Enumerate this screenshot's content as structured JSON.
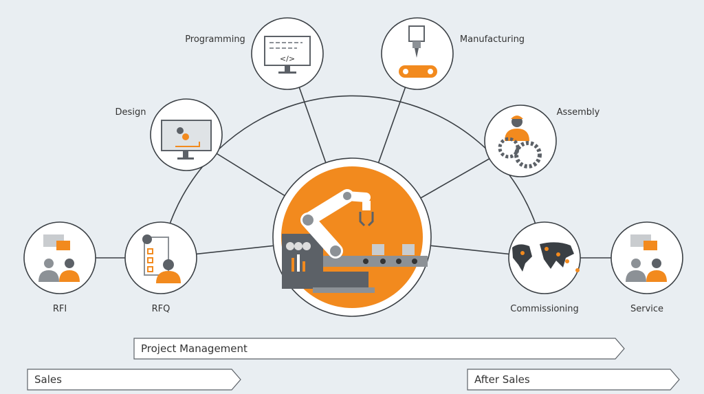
{
  "colors": {
    "accent": "#f28a1e",
    "line": "#3a3f44",
    "node_fill": "#ffffff",
    "background": "#e9eef2",
    "gray": "#8c9196"
  },
  "nodes": {
    "rfi": {
      "label": "RFI",
      "icon": "customer-chat-icon"
    },
    "rfq": {
      "label": "RFQ",
      "icon": "checklist-quote-icon"
    },
    "design": {
      "label": "Design",
      "icon": "cad-design-icon"
    },
    "programming": {
      "label": "Programming",
      "icon": "code-monitor-icon"
    },
    "manufacturing": {
      "label": "Manufacturing",
      "icon": "cnc-machining-icon"
    },
    "assembly": {
      "label": "Assembly",
      "icon": "worker-gears-icon"
    },
    "commissioning": {
      "label": "Commissioning",
      "icon": "world-map-icon"
    },
    "service": {
      "label": "Service",
      "icon": "customer-chat-icon"
    },
    "center": {
      "icon": "robot-arm-conveyor-icon"
    }
  },
  "phases": {
    "project_management": "Project Management",
    "sales": "Sales",
    "after_sales": "After Sales"
  }
}
